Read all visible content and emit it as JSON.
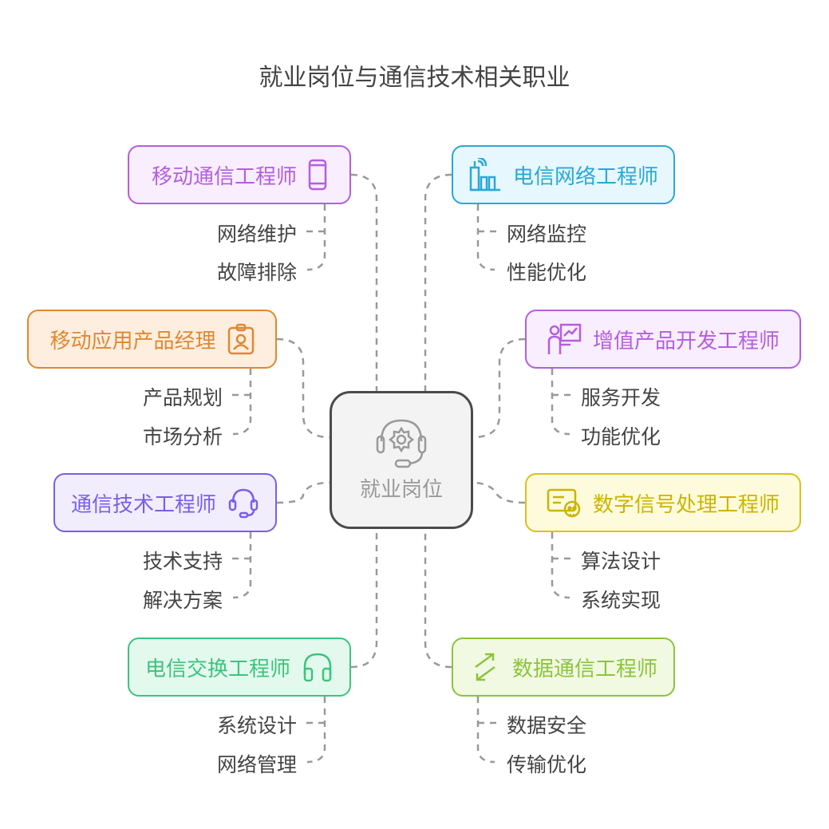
{
  "title": "就业岗位与通信技术相关职业",
  "center": {
    "label": "就业岗位",
    "icon": "headset-gear-icon"
  },
  "roles": [
    {
      "label": "移动通信工程师",
      "icon": "smartphone-icon",
      "color": "#b45ee0",
      "fill": "#f8eefd",
      "items": [
        "网络维护",
        "故障排除"
      ]
    },
    {
      "label": "电信网络工程师",
      "icon": "signal-tower-icon",
      "color": "#2aa8d8",
      "fill": "#e6f7fd",
      "items": [
        "网络监控",
        "性能优化"
      ]
    },
    {
      "label": "移动应用产品经理",
      "icon": "id-badge-icon",
      "color": "#e0882e",
      "fill": "#fdeee0",
      "items": [
        "产品规划",
        "市场分析"
      ]
    },
    {
      "label": "增值产品开发工程师",
      "icon": "presenter-chart-icon",
      "color": "#b45ee0",
      "fill": "#f8eefd",
      "items": [
        "服务开发",
        "功能优化"
      ]
    },
    {
      "label": "通信技术工程师",
      "icon": "headset-icon",
      "color": "#7a5fe6",
      "fill": "#f1edfd",
      "items": [
        "技术支持",
        "解决方案"
      ]
    },
    {
      "label": "数字信号处理工程师",
      "icon": "signal-card-icon",
      "color": "#d9c21c",
      "fill": "#fdfbdc",
      "items": [
        "算法设计",
        "系统实现"
      ]
    },
    {
      "label": "电信交换工程师",
      "icon": "headphones-icon",
      "color": "#3cc47c",
      "fill": "#e4f9ee",
      "items": [
        "系统设计",
        "网络管理"
      ]
    },
    {
      "label": "数据通信工程师",
      "icon": "exchange-arrows-icon",
      "color": "#8cc43c",
      "fill": "#f1f9e2",
      "items": [
        "数据安全",
        "传输优化"
      ]
    }
  ]
}
